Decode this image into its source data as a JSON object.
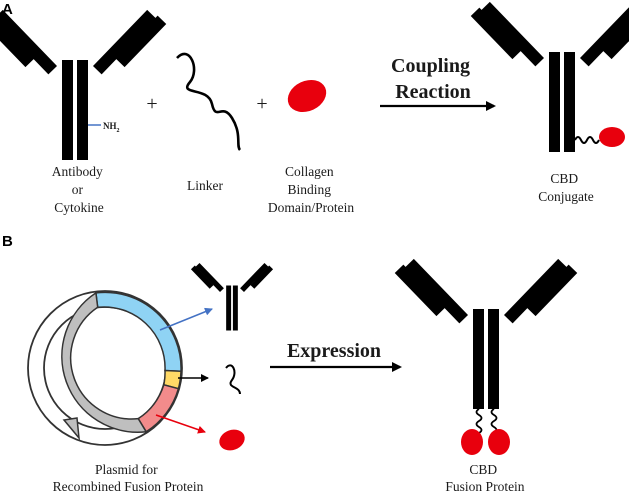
{
  "panel_a": {
    "label": "A",
    "plus_sign": "+",
    "amine_label": "NH",
    "amine_subscript": "2",
    "antibody_caption": [
      "Antibody",
      "or",
      "Cytokine"
    ],
    "linker_caption": [
      "Linker"
    ],
    "cbd_caption": [
      "Collagen",
      "Binding",
      "Domain/Protein"
    ],
    "reaction_label": [
      "Coupling",
      "Reaction"
    ],
    "product_caption": [
      "CBD",
      "Conjugate"
    ]
  },
  "panel_b": {
    "label": "B",
    "plasmid_caption": [
      "Plasmid for",
      "Recombined Fusion Protein"
    ],
    "reaction_label": "Expression",
    "product_caption": [
      "CBD",
      "Fusion Protein"
    ]
  },
  "colors": {
    "antibody": "#4472c4",
    "cbd": "#e8000d",
    "plasmid_backbone": "#bfbfbf",
    "plasmid_antibody_gene": "#8fd3f4",
    "plasmid_linker_gene": "#ffd966",
    "plasmid_cbd_gene": "#f28b8b",
    "arrow_blue": "#4472c4",
    "arrow_red": "#e8000d"
  }
}
